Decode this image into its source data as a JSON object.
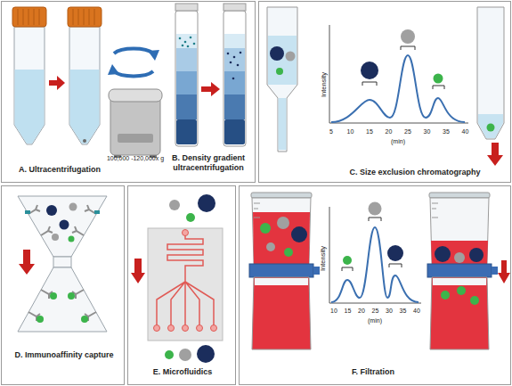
{
  "diagram": {
    "nodes": [
      {
        "text": [
          "A. Ultracentrifugation",
          "B. Density gradient ultracentrifugation"
        ]
      },
      {
        "text": [
          "C. Size exclusion chromatography"
        ]
      },
      {
        "text": [
          "D. Immunoaffinity capture"
        ]
      },
      {
        "text": [
          "E. Microfluidics"
        ]
      },
      {
        "text": [
          "F. Filtration"
        ]
      }
    ],
    "labels": [
      "100,000 -120,000x g",
      "Intensity",
      "5",
      "10",
      "15",
      "20",
      "25",
      "30",
      "35",
      "40",
      "(min)",
      "Intensity",
      "10",
      "15",
      "20",
      "25",
      "30",
      "35",
      "40",
      "(min)"
    ]
  }
}
